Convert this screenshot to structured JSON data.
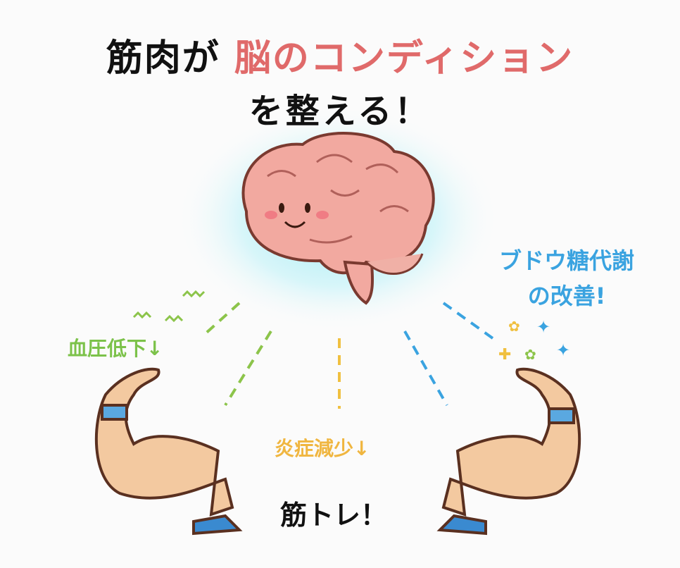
{
  "title": {
    "part1": "筋肉が ",
    "highlight": "脳のコンディション",
    "line2": "を整える！"
  },
  "labels": {
    "glucose_line1": "ブドウ糖代謝",
    "glucose_line2": "の改善!",
    "blood_pressure": "血圧低下↓",
    "inflammation": "炎症減少↓",
    "training": "筋トレ！"
  },
  "colors": {
    "highlight": "#e06a6a",
    "blue": "#3aa3e0",
    "green": "#7cc24a",
    "yellow": "#f0b640",
    "brain": "#f2a9a0"
  }
}
